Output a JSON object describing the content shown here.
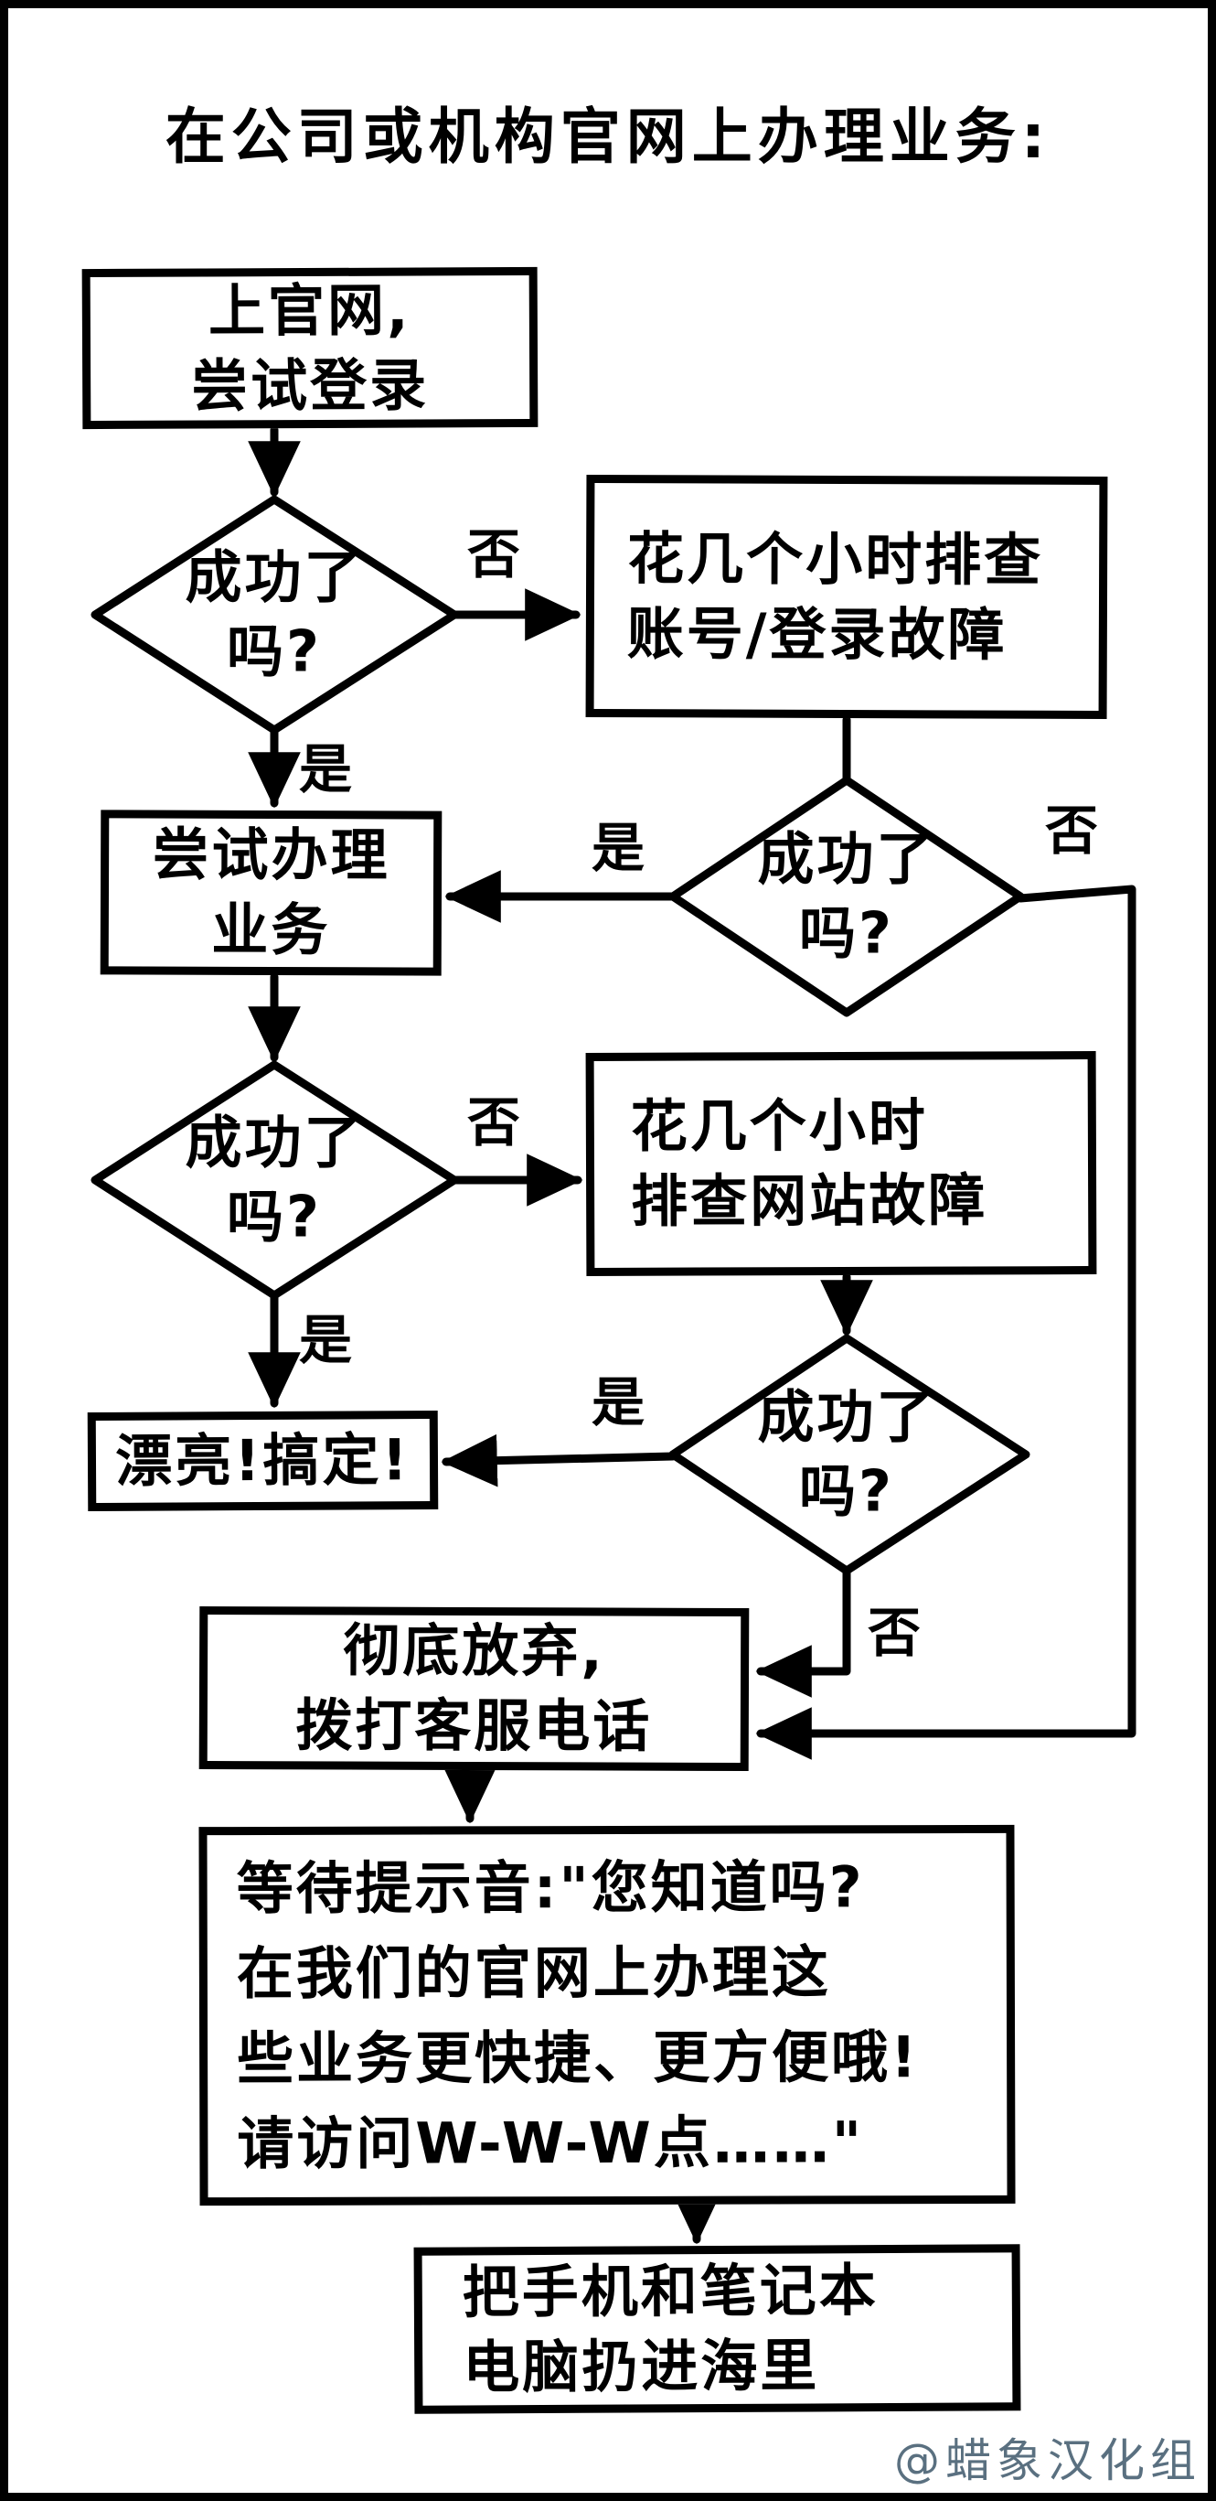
{
  "title": "在公司或机构官网上办理业务:",
  "watermark": {
    "text": "@蜡象汉化组",
    "color": "#5a7080"
  },
  "colors": {
    "ink": "#000000",
    "background": "#ffffff"
  },
  "flowchart": {
    "nodes": [
      {
        "id": "start",
        "type": "rect",
        "lines": [
          "上官网,",
          "尝试登录"
        ]
      },
      {
        "id": "login-success",
        "type": "diamond",
        "lines": [
          "成功了",
          "吗?"
        ]
      },
      {
        "id": "debug-login",
        "type": "rect",
        "lines": [
          "花几个小时排查",
          "账号/登录故障"
        ]
      },
      {
        "id": "debug-login-success",
        "type": "diamond",
        "lines": [
          "成功了",
          "吗?"
        ]
      },
      {
        "id": "try-business",
        "type": "rect",
        "lines": [
          "尝试办理",
          "业务"
        ]
      },
      {
        "id": "business-success",
        "type": "diamond",
        "lines": [
          "成功了",
          "吗?"
        ]
      },
      {
        "id": "debug-site",
        "type": "rect",
        "lines": [
          "花几个小时",
          "排查网站故障"
        ]
      },
      {
        "id": "debug-site-success",
        "type": "diamond",
        "lines": [
          "成功了",
          "吗?"
        ]
      },
      {
        "id": "done",
        "type": "rect",
        "lines": [
          "漂亮!搞定!"
        ]
      },
      {
        "id": "give-up",
        "type": "rect",
        "lines": [
          "彻底放弃,",
          "拨打客服电话"
        ]
      },
      {
        "id": "hold-message",
        "type": "rect",
        "lines": [
          "等待提示音:\"您知道吗?",
          "在我们的官网上办理这",
          "些业务更快捷、更方便哦!",
          "请访问W-W-W点……\""
        ]
      },
      {
        "id": "throw-sea",
        "type": "rect",
        "lines": [
          "把手机和笔记本",
          "电脑扔进海里"
        ]
      }
    ],
    "edges": [
      {
        "from": "start",
        "to": "login-success",
        "label": ""
      },
      {
        "from": "login-success",
        "to": "debug-login",
        "label": "否"
      },
      {
        "from": "login-success",
        "to": "try-business",
        "label": "是"
      },
      {
        "from": "debug-login",
        "to": "debug-login-success",
        "label": ""
      },
      {
        "from": "debug-login-success",
        "to": "try-business",
        "label": "是"
      },
      {
        "from": "debug-login-success",
        "to": "give-up",
        "label": "否"
      },
      {
        "from": "try-business",
        "to": "business-success",
        "label": ""
      },
      {
        "from": "business-success",
        "to": "debug-site",
        "label": "否"
      },
      {
        "from": "business-success",
        "to": "done",
        "label": "是"
      },
      {
        "from": "debug-site",
        "to": "debug-site-success",
        "label": ""
      },
      {
        "from": "debug-site-success",
        "to": "done",
        "label": "是"
      },
      {
        "from": "debug-site-success",
        "to": "give-up",
        "label": "否"
      },
      {
        "from": "give-up",
        "to": "hold-message",
        "label": ""
      },
      {
        "from": "hold-message",
        "to": "throw-sea",
        "label": ""
      }
    ]
  }
}
